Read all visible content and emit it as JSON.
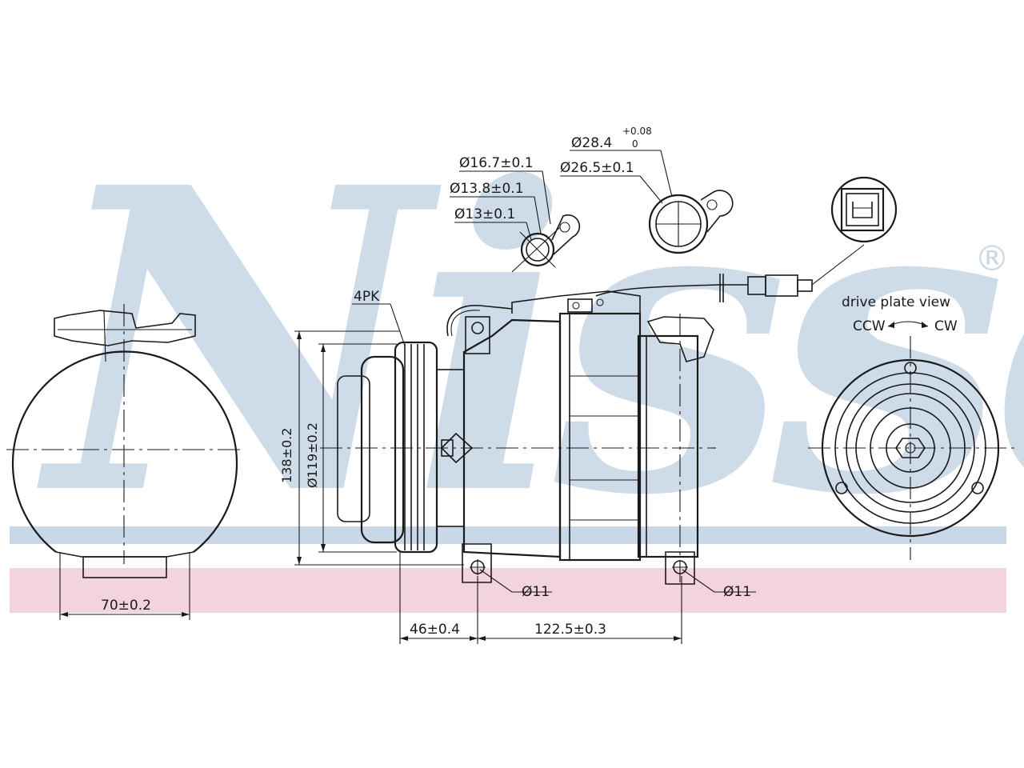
{
  "brand": {
    "watermark": "Nissens",
    "registered_mark": "®",
    "watermark_color": "#c9d8e6",
    "band_blue": "#c9d8e6",
    "band_pink": "#f3d3dc"
  },
  "dimensions": {
    "width_left": "70±0.2",
    "height_overall": "138±0.2",
    "pulley_diameter": "Ø119±0.2",
    "pulley_offset": "46±0.4",
    "mount_spacing": "122.5±0.3",
    "mount_hole_1": "Ø11",
    "mount_hole_2": "Ø11",
    "port_1_outer": "Ø16.7±0.1",
    "port_1_mid": "Ø13.8±0.1",
    "port_1_inner": "Ø13±0.1",
    "port_2_outer": "Ø28.4",
    "port_2_tol_upper": "+0.08",
    "port_2_tol_lower": "0",
    "port_2_inner": "Ø26.5±0.1"
  },
  "labels": {
    "belt_type": "4PK",
    "drive_view_title": "drive plate view",
    "rotation_ccw": "CCW",
    "rotation_cw": "CW"
  }
}
